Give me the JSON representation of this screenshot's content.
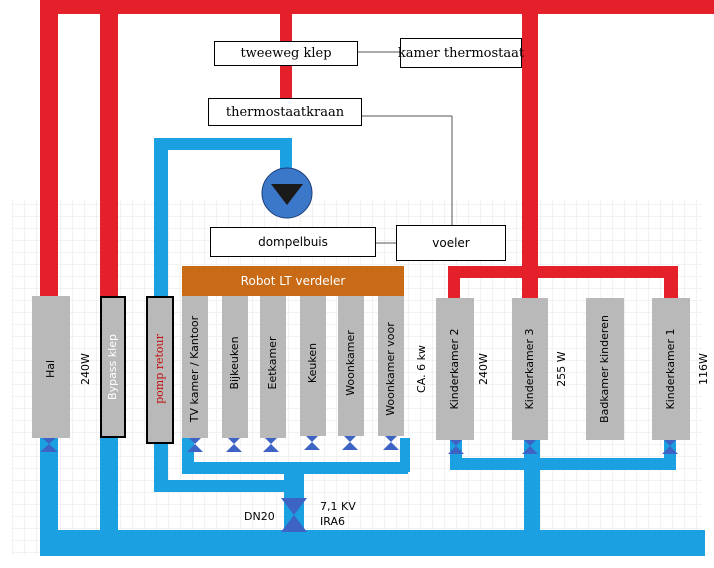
{
  "colors": {
    "supply": "#e4202a",
    "return": "#1ba1e2",
    "manifold": "#c86a16",
    "radiator": "#b9b9b9",
    "pump": "#3b78c9",
    "valve": "#3d63c4"
  },
  "labels": {
    "tweeweg_klep": "tweeweg klep",
    "kamer_thermostaat": "kamer thermostaat",
    "thermostaatkraan": "thermostaatkraan",
    "dompelbuis": "dompelbuis",
    "voeler": "voeler",
    "manifold": "Robot LT verdeler",
    "dn20": "DN20",
    "kv": "7,1      KV",
    "ira6": "IRA6"
  },
  "units": [
    {
      "name": "Hal",
      "power": "240W"
    },
    {
      "name": "Bypass  klep"
    },
    {
      "name": "pomp retour"
    },
    {
      "name": "TV kamer / Kantoor"
    },
    {
      "name": "Bijkeuken"
    },
    {
      "name": "Eetkamer"
    },
    {
      "name": "Keuken"
    },
    {
      "name": "Woonkamer"
    },
    {
      "name": "Woonkamer voor",
      "power": "CA. 6 kw"
    },
    {
      "name": "Kinderkamer 2",
      "power": "240W"
    },
    {
      "name": "Kinderkamer 3",
      "power": "255  W"
    },
    {
      "name": "Badkamer kinderen"
    },
    {
      "name": "Kinderkamer 1",
      "power": "116W"
    }
  ]
}
